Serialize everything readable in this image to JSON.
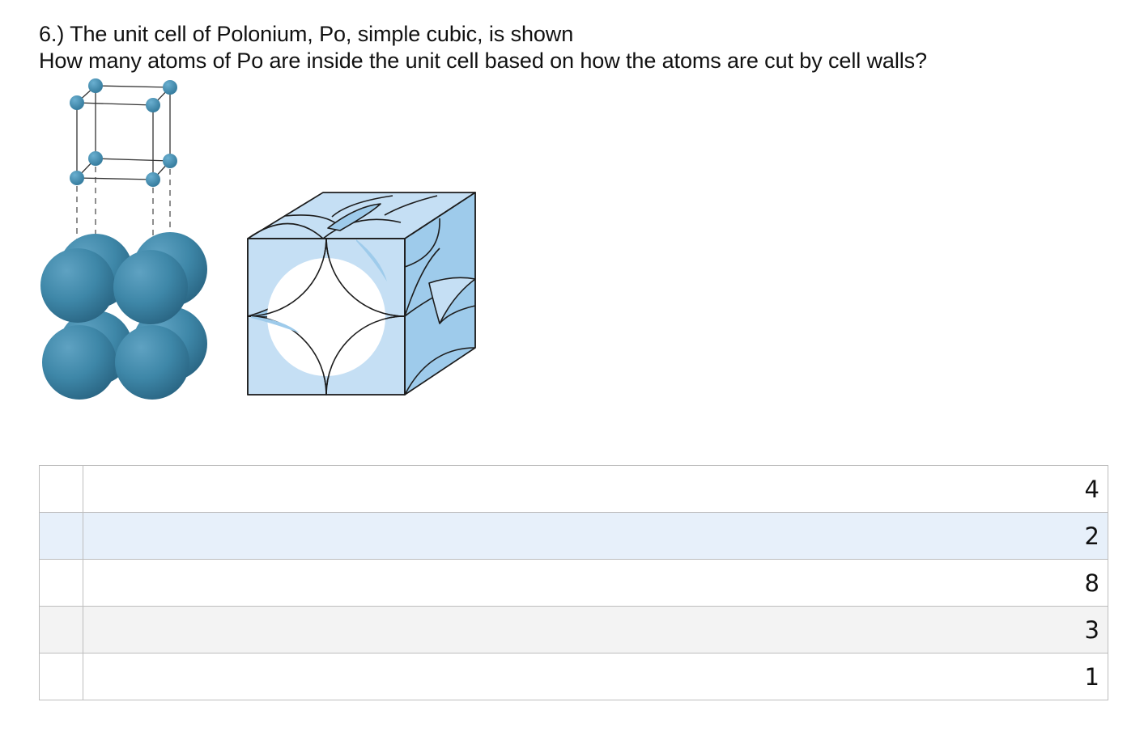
{
  "question": {
    "line1": "6.) The unit cell of Polonium, Po, simple cubic, is shown",
    "line2": "How many atoms of Po are inside the unit cell based on how the atoms are cut by cell walls?"
  },
  "figure": {
    "atom_color": "#3e87a8",
    "cube_face_color": "#c5dff4",
    "cube_side_color": "#9ecbeb"
  },
  "answers": {
    "options": [
      "4",
      "2",
      "8",
      "3",
      "1"
    ],
    "highlight_color": "#e7f0fa"
  }
}
